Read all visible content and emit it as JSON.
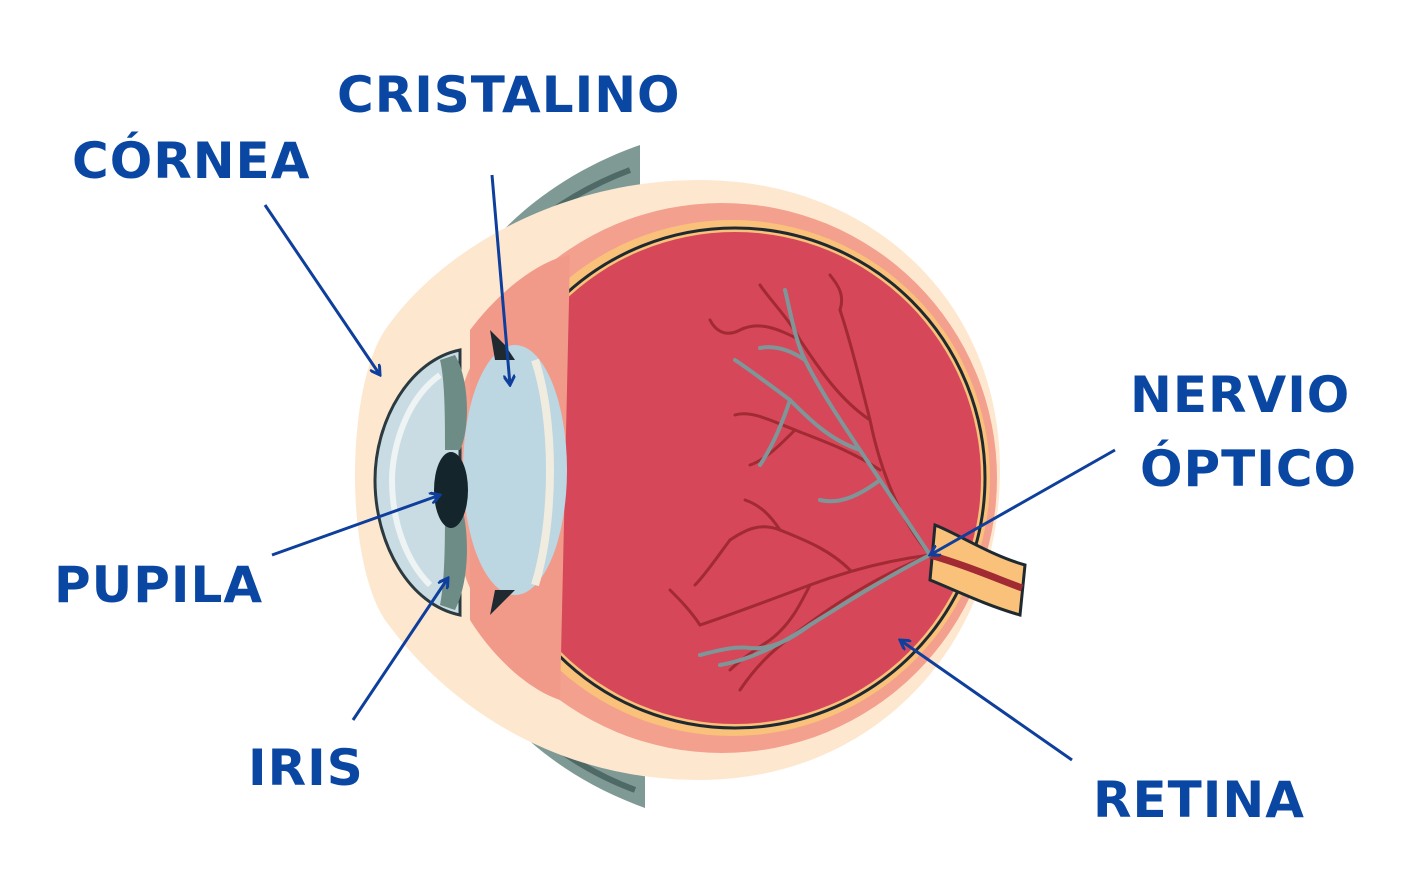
{
  "colors": {
    "label": "#0a47a3",
    "arrow": "#0f3f9c",
    "vitreous": "#d6475a",
    "sclera_outer": "#fde8cf",
    "sclera_inner": "#f3a08e",
    "choroid": "#f9c17a",
    "lens": "#bcd6e2",
    "cornea": "#c9dce3",
    "iris": "#6e8c86",
    "pupil": "#14262b",
    "vessel_red": "#a22a32",
    "vessel_grey": "#7f9699"
  },
  "labels": {
    "cristalino": "CRISTALINO",
    "cornea": "CÓRNEA",
    "nervio_line1": "NERVIO",
    "nervio_line2": "ÓPTICO",
    "pupila": "PUPILA",
    "iris": "IRIS",
    "retina": "RETINA"
  }
}
